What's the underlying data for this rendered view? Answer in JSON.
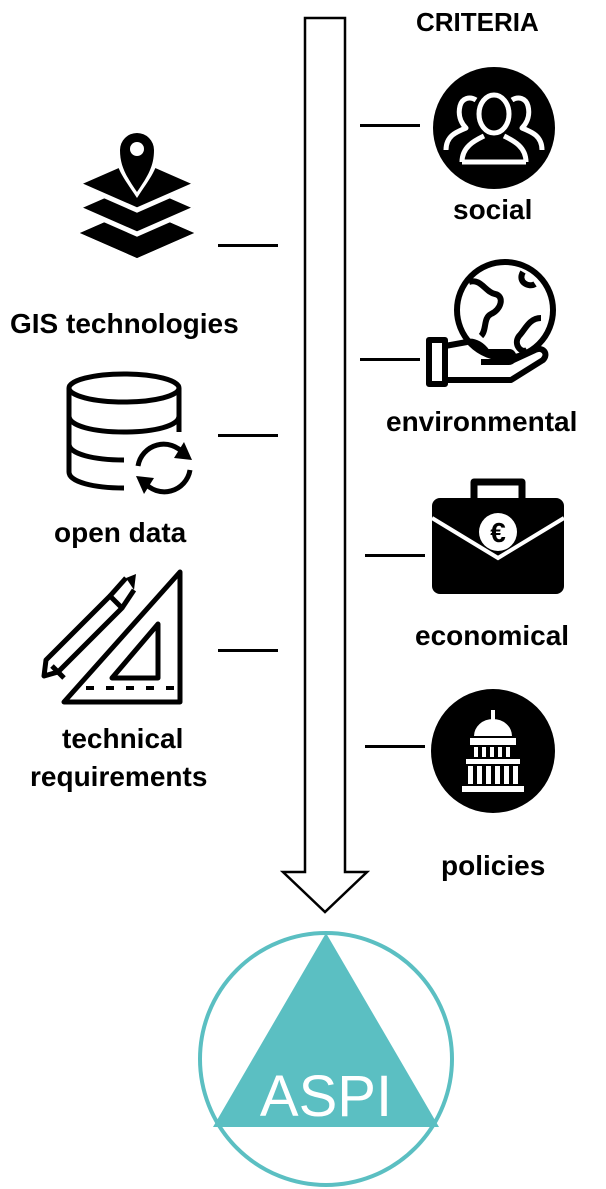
{
  "header": {
    "criteria_label": "CRITERIA"
  },
  "left_items": [
    {
      "label": "GIS technologies",
      "icon": "layers-map-pin-icon"
    },
    {
      "label": "open data",
      "icon": "database-sync-icon"
    },
    {
      "label_line1": "technical",
      "label_line2": "requirements",
      "icon": "ruler-pencil-icon"
    }
  ],
  "criteria": [
    {
      "label": "social",
      "icon": "people-icon"
    },
    {
      "label": "environmental",
      "icon": "globe-hand-icon"
    },
    {
      "label": "economical",
      "icon": "euro-briefcase-icon"
    },
    {
      "label": "policies",
      "icon": "capitol-building-icon"
    }
  ],
  "logo": {
    "text": "ASPI",
    "color": "#5bbfc2"
  }
}
